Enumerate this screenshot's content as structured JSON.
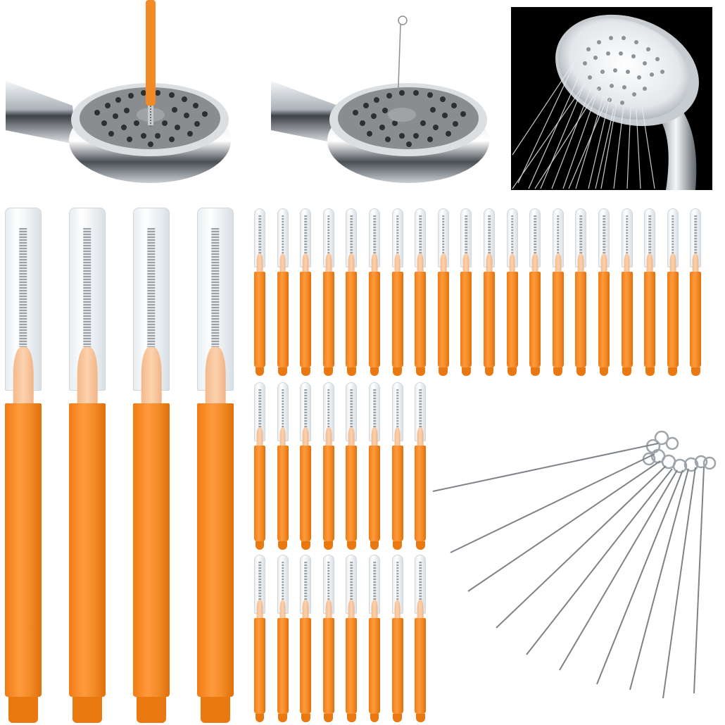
{
  "image": {
    "panels": [
      {
        "name": "showerhead-with-brush-panel",
        "description_icon": "showerhead-icon"
      },
      {
        "name": "showerhead-with-needle-panel",
        "description_icon": "showerhead-icon"
      },
      {
        "name": "showerhead-water-spray-panel",
        "description_icon": "water-spray-icon"
      }
    ],
    "large_brush_count": 4,
    "small_brush_rows": [
      {
        "count": 20
      },
      {
        "count": 8
      },
      {
        "count": 8
      }
    ],
    "needle_count": 10,
    "colors": {
      "handle_orange": "#f28a26",
      "brush_tip_peach": "#fcd2ae",
      "chrome": "#c9ced3",
      "nozzle_plate": "#8a8d90",
      "water_background": "#000000"
    }
  }
}
